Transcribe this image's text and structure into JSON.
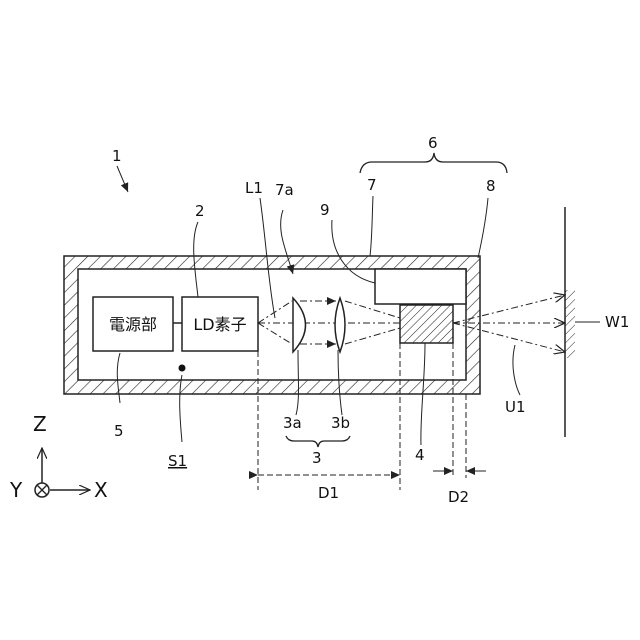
{
  "labels": {
    "device": "1",
    "ld_element_ref": "2",
    "lens_unit": "3",
    "lens_a": "3a",
    "lens_b": "3b",
    "optical_element": "4",
    "power_unit_ref": "5",
    "assembly": "6",
    "housing": "7",
    "housing_part": "7a",
    "window": "8",
    "holder": "9",
    "laser_light": "L1",
    "space": "S1",
    "output_light": "U1",
    "target": "W1",
    "distance_1": "D1",
    "distance_2": "D2"
  },
  "boxes": {
    "power_unit": "電源部",
    "ld_element": "LD素子"
  },
  "axes": {
    "z": "Z",
    "y": "Y",
    "x": "X"
  }
}
